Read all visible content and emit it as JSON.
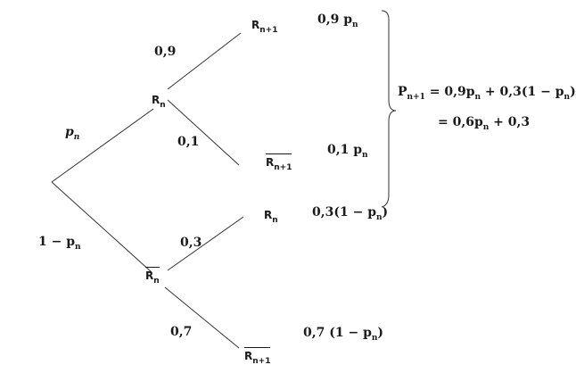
{
  "root_branches": {
    "upper_prob": "p",
    "upper_prob_sub": "n",
    "lower_prob": "1 − p",
    "lower_prob_sub": "n"
  },
  "node_upper": {
    "base": "R",
    "sub": "n"
  },
  "node_lower": {
    "base": "R",
    "sub": "n"
  },
  "upper_branches": {
    "top_prob": "0,9",
    "bottom_prob": "0,1",
    "top_leaf": {
      "base": "R",
      "sub": "n+1"
    },
    "bottom_leaf": {
      "base": "R",
      "sub": "n+1"
    }
  },
  "lower_branches": {
    "top_prob": "0,3",
    "bottom_prob": "0,7",
    "top_leaf": {
      "base": "R",
      "sub": "n"
    },
    "bottom_leaf": {
      "base": "R",
      "sub": "n+1"
    }
  },
  "leaf_results": {
    "r1": {
      "text": "0,9 p",
      "sub": "n"
    },
    "r2": {
      "text": "0,1 p",
      "sub": "n"
    },
    "r3": {
      "pre": "0,3(1 − p",
      "sub": "n",
      "post": ")"
    },
    "r4": {
      "pre": "0,7 (1 − p",
      "sub": "n",
      "post": ")"
    }
  },
  "formula": {
    "lhs": "P",
    "lhs_sub": "n+1",
    "line1_a": " = 0,9p",
    "line1_a_sub": "n",
    "line1_b": " + 0,3(1 − p",
    "line1_b_sub": "n",
    "line1_c": ")",
    "line2_a": "= 0,6p",
    "line2_a_sub": "n",
    "line2_b": " + 0,3"
  }
}
